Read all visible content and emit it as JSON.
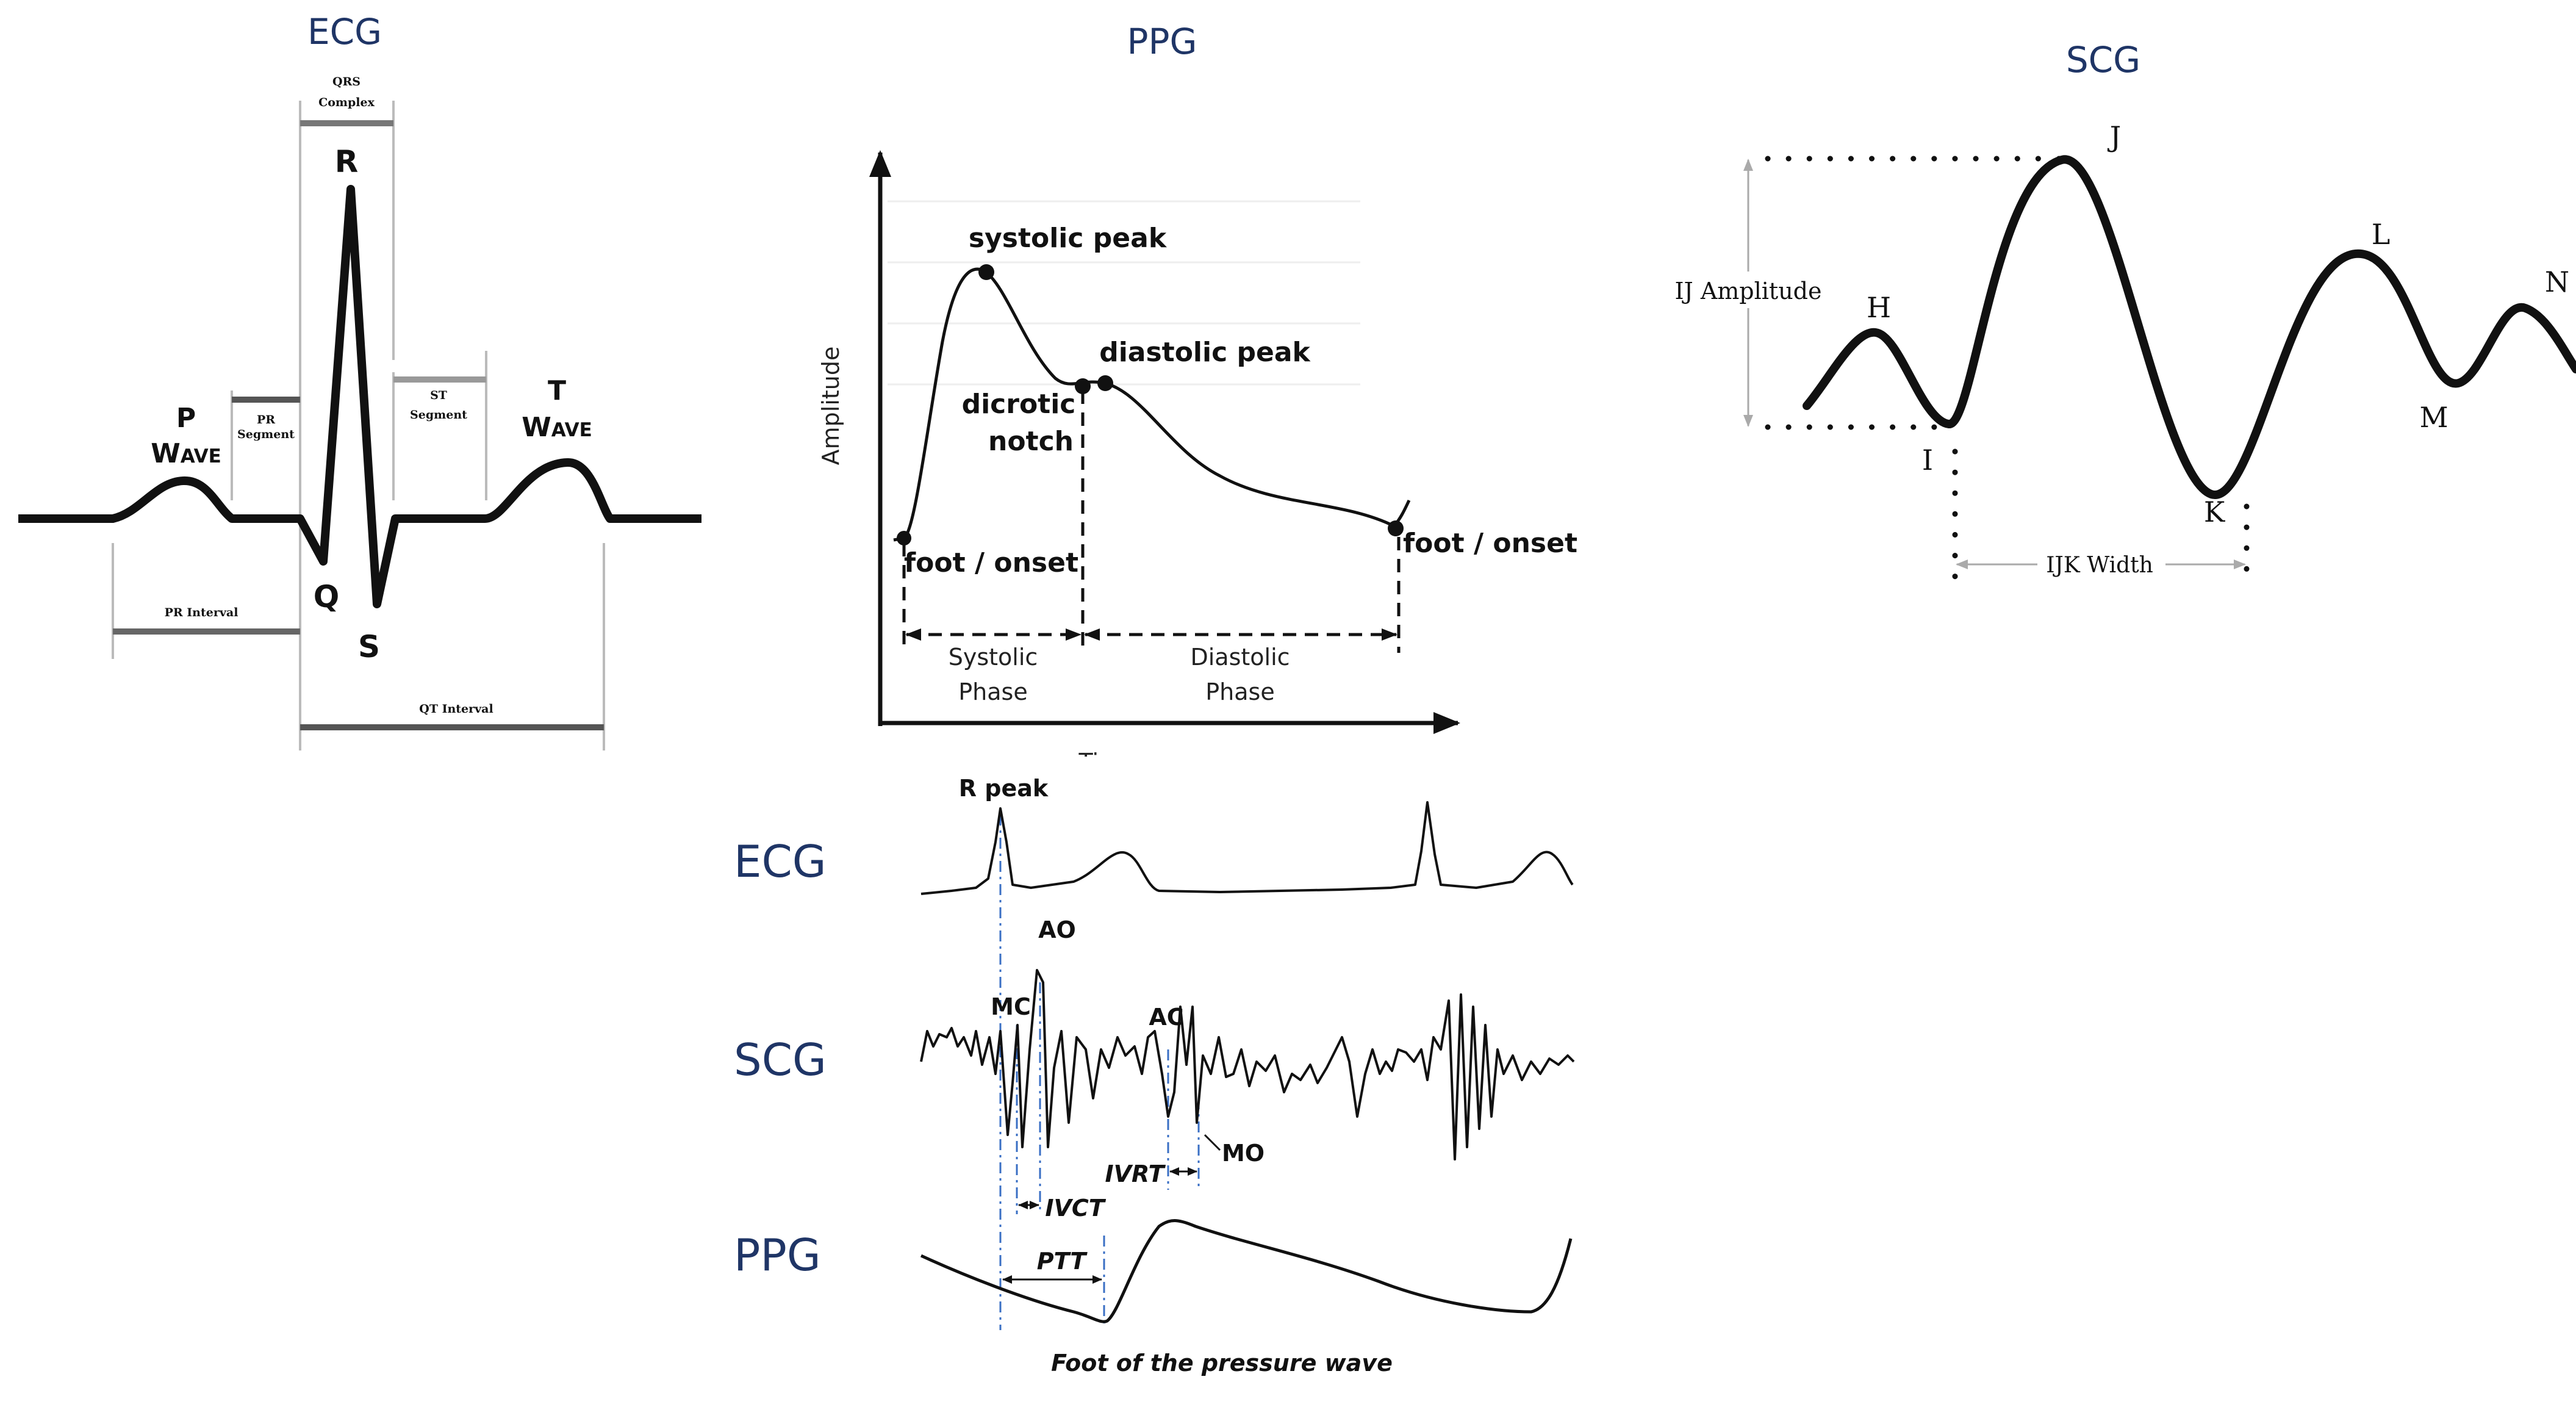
{
  "titles": {
    "ecg": "ECG",
    "ppg": "PPG",
    "scg": "SCG"
  },
  "ecg_diagram": {
    "qrs_complex": [
      "QRS",
      "Complex"
    ],
    "pr_segment": [
      "PR",
      "Segment"
    ],
    "st_segment": [
      "ST",
      "Segment"
    ],
    "pr_interval": "PR Interval",
    "qt_interval": "QT Interval",
    "peaks": {
      "r": "R",
      "q": "Q",
      "s": "S"
    },
    "p_wave": [
      "P",
      "Wave"
    ],
    "t_wave": [
      "T",
      "Wave"
    ]
  },
  "ppg_diagram": {
    "systolic_peak": "systolic peak",
    "diastolic_peak": "diastolic peak",
    "dicrotic_notch": [
      "dicrotic",
      "notch"
    ],
    "foot_onset_left": "foot / onset",
    "foot_onset_right": "foot / onset",
    "systolic_phase": [
      "Systolic",
      "Phase"
    ],
    "diastolic_phase": [
      "Diastolic",
      "Phase"
    ],
    "y_axis": "Amplitude",
    "x_axis": "Time"
  },
  "scg_diagram": {
    "points": {
      "h": "H",
      "i": "I",
      "j": "J",
      "k": "K",
      "l": "L",
      "m": "M",
      "n": "N"
    },
    "ij_amplitude": "IJ Amplitude",
    "ijk_width": "IJK Width"
  },
  "timing_diagram": {
    "row_labels": {
      "ecg": "ECG",
      "scg": "SCG",
      "ppg": "PPG"
    },
    "r_peak": "R peak",
    "ao": "AO",
    "mc": "MC",
    "ac": "AC",
    "mo": "MO",
    "ivrt": "IVRT",
    "ivct": "IVCT",
    "ptt": "PTT",
    "foot_caption": "Foot of the pressure wave"
  },
  "colors": {
    "title": "#1f3566",
    "trace": "#111111",
    "guide": "#3a6fc4",
    "bar": "#777777"
  }
}
